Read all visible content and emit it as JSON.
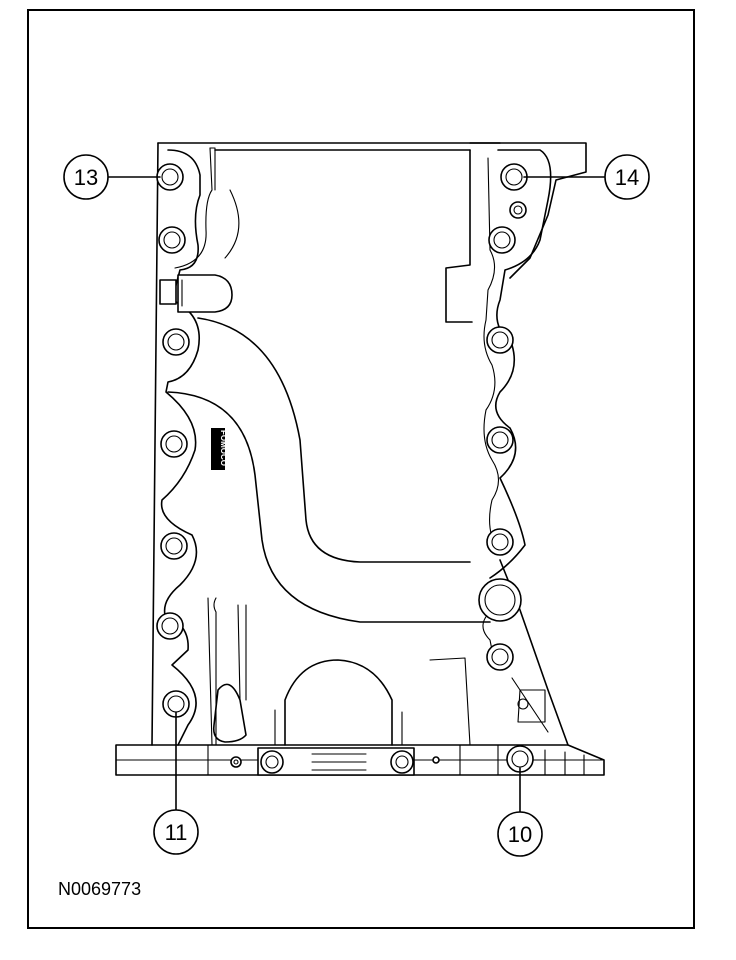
{
  "figure_id": "N0069773",
  "stamp_text": "FOMOCO",
  "callouts": [
    {
      "label": "13"
    },
    {
      "label": "14"
    },
    {
      "label": "11"
    },
    {
      "label": "10"
    }
  ]
}
